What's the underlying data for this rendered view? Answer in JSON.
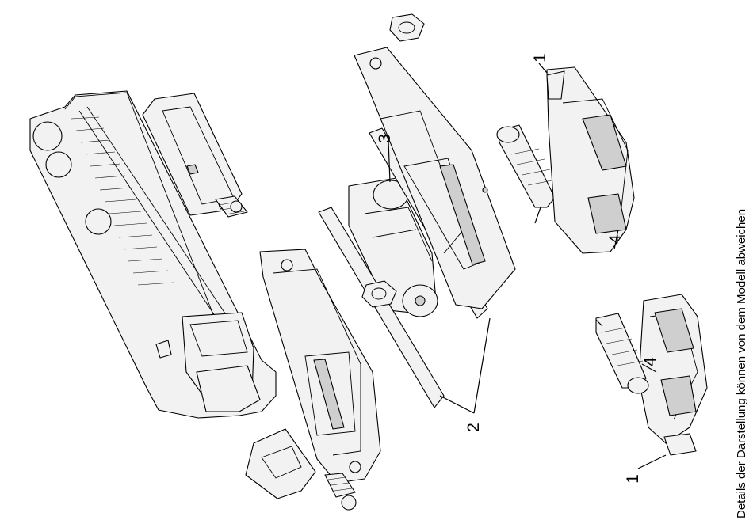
{
  "diagram": {
    "callouts": {
      "part1_top": "1",
      "part1_bottom": "1",
      "part2": "2",
      "part3": "3",
      "part4_top": "4",
      "part4_bottom": "4"
    },
    "disclaimer": "Details der Darstellung können von dem Modell abweichen"
  }
}
